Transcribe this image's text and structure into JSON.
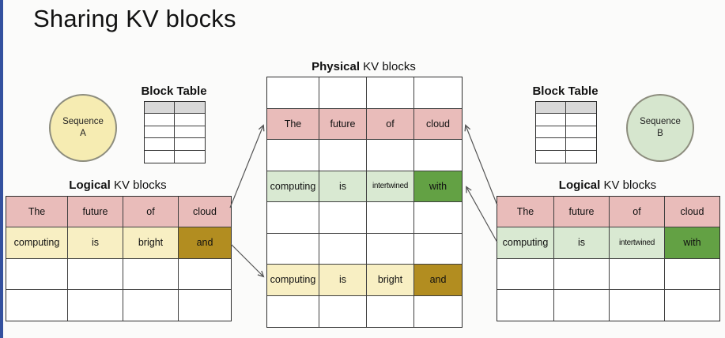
{
  "title": "Sharing KV blocks",
  "colors": {
    "accent_strip": "#34519f",
    "pink": "#e9bcba",
    "light_yellow": "#f8efc3",
    "gold": "#b28d20",
    "light_green": "#d9e9d2",
    "dark_green": "#63a144",
    "table_header_gray": "#d8d8d8",
    "circle_a_fill": "#f6ecb2",
    "circle_b_fill": "#d6e6ce",
    "arrow": "#555555"
  },
  "sequence_a": {
    "line1": "Sequence",
    "line2": "A"
  },
  "sequence_b": {
    "line1": "Sequence",
    "line2": "B"
  },
  "block_table_left": {
    "title": "Block Table"
  },
  "block_table_right": {
    "title": "Block Table"
  },
  "physical": {
    "title_bold": "Physical",
    "title_rest": " KV blocks",
    "rows": [
      {
        "cells": [
          "",
          "",
          "",
          ""
        ]
      },
      {
        "cells": [
          "The",
          "future",
          "of",
          "cloud"
        ]
      },
      {
        "cells": [
          "",
          "",
          "",
          ""
        ]
      },
      {
        "cells": [
          "computing",
          "is",
          "intertwined",
          "with"
        ]
      },
      {
        "cells": [
          "",
          "",
          "",
          ""
        ]
      },
      {
        "cells": [
          "",
          "",
          "",
          ""
        ]
      },
      {
        "cells": [
          "computing",
          "is",
          "bright",
          "and"
        ]
      },
      {
        "cells": [
          "",
          "",
          "",
          ""
        ]
      }
    ]
  },
  "logical_a": {
    "title_bold": "Logical",
    "title_rest": " KV blocks",
    "rows": [
      {
        "cells": [
          "The",
          "future",
          "of",
          "cloud"
        ]
      },
      {
        "cells": [
          "computing",
          "is",
          "bright",
          "and"
        ]
      },
      {
        "cells": [
          "",
          "",
          "",
          ""
        ]
      },
      {
        "cells": [
          "",
          "",
          "",
          ""
        ]
      }
    ]
  },
  "logical_b": {
    "title_bold": "Logical",
    "title_rest": " KV blocks",
    "rows": [
      {
        "cells": [
          "The",
          "future",
          "of",
          "cloud"
        ]
      },
      {
        "cells": [
          "computing",
          "is",
          "intertwined",
          "with"
        ]
      },
      {
        "cells": [
          "",
          "",
          "",
          ""
        ]
      },
      {
        "cells": [
          "",
          "",
          "",
          ""
        ]
      }
    ]
  }
}
